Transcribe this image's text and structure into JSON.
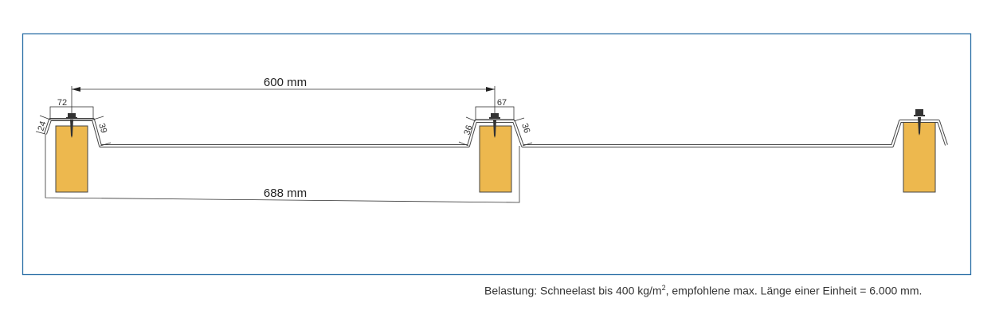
{
  "diagram": {
    "spacing_label": "600 mm",
    "width_label": "688 mm",
    "dimensions": {
      "top_left": "72",
      "top_middle": "67",
      "flank_left_outer": "24",
      "flank_left_inner": "39",
      "flank_middle_left": "36",
      "flank_middle_right": "36"
    },
    "colors": {
      "frame": "#2b6ea6",
      "wood": "#edb84e",
      "line": "#333333"
    }
  },
  "caption": {
    "text_before": "Belastung: Schneelast bis 400 kg/m",
    "superscript": "2",
    "text_after": ", empfohlene max. Länge einer Einheit = 6.000 mm."
  }
}
